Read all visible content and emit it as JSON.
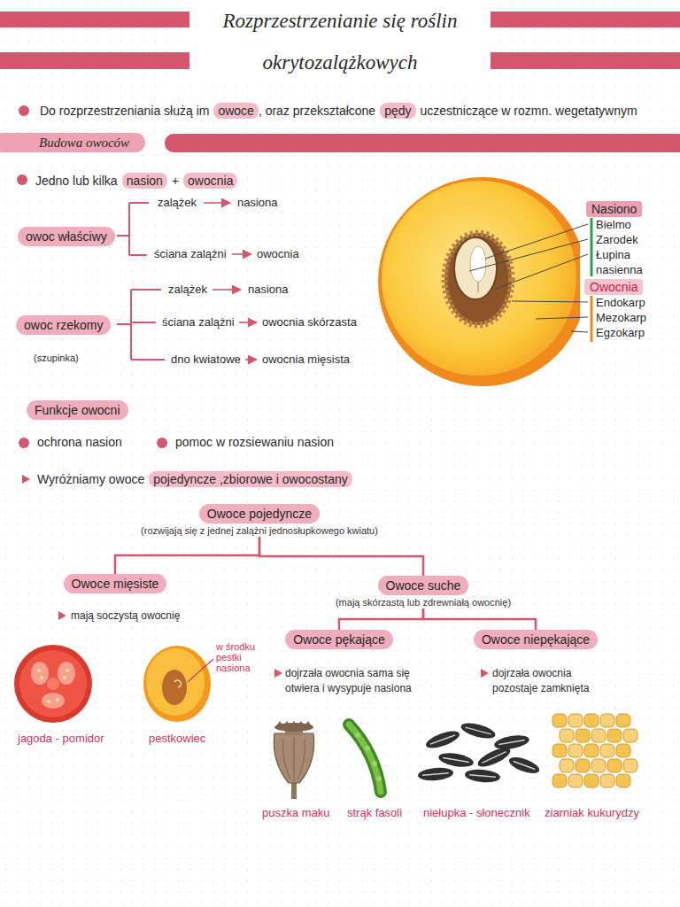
{
  "diagram": {
    "title": "Rozprzestrzenianie się roślin okrytozalążkowych",
    "nodes": [
      {
        "text": [
          "Budowa owoców"
        ]
      },
      {
        "text": [
          "owoc właściwy"
        ]
      },
      {
        "text": [
          "Nasiono"
        ]
      },
      {
        "text": [
          "Owocnia"
        ]
      },
      {
        "text": [
          "owoc rzekomy"
        ]
      },
      {
        "text": [
          "Funkcje owocni"
        ]
      },
      {
        "text": [
          "Owoce pojedyncze",
          "(rozwijają się z jednej zalążni jednosłupkowego kwiatu)"
        ]
      },
      {
        "text": [
          "Owoce mięsiste"
        ]
      },
      {
        "text": [
          "Owoce suche",
          "(mają skórzastą lub zdrewniałą owocnię)"
        ]
      },
      {
        "text": [
          "Owoce pękające"
        ]
      },
      {
        "text": [
          "Owoce niepękające"
        ]
      }
    ],
    "edges": [
      {
        "from": 6,
        "to": 7,
        "arrow": "none"
      },
      {
        "from": 6,
        "to": 8,
        "arrow": "none"
      },
      {
        "from": 8,
        "to": 9,
        "arrow": "none"
      },
      {
        "from": 8,
        "to": 10,
        "arrow": "none"
      }
    ],
    "labels": [
      "Do rozprzestrzeniania służą im",
      "owoce",
      ", oraz przekształcone",
      "pędy",
      "uczestniczące w rozmn. wegetatywnym",
      "Jedno lub kilka",
      "nasion",
      "+",
      "owocnia",
      "zalążek",
      "nasiona",
      "ściana zalążni",
      "owocnia",
      "Bielmo",
      "Zarodek",
      "Łupina nasienna",
      "Endokarp",
      "Mezokarp",
      "Egzokarp",
      "zalążek",
      "nasiona",
      "(szupinka)",
      "ściana zalążni",
      "owocnia skórzasta",
      "dno kwiatowe",
      "owocnia mięsista",
      "ochrona nasion",
      "pomoc w rozsiewaniu nasion",
      "Wyróżniamy owoce",
      "pojedyncze ,zbiorowe i owocostany",
      "mają soczystą owocnię",
      "w środku pestki nasiona",
      "dojrzała owocnia sama się otwiera i wysypuje nasiona",
      "dojrzała owocnia pozostaje zamknięta",
      "jagoda - pomidor",
      "pestkowiec",
      "puszka maku",
      "strąk fasoli",
      "niełupka - słonecznik",
      "ziarniak kukurydzy"
    ]
  }
}
